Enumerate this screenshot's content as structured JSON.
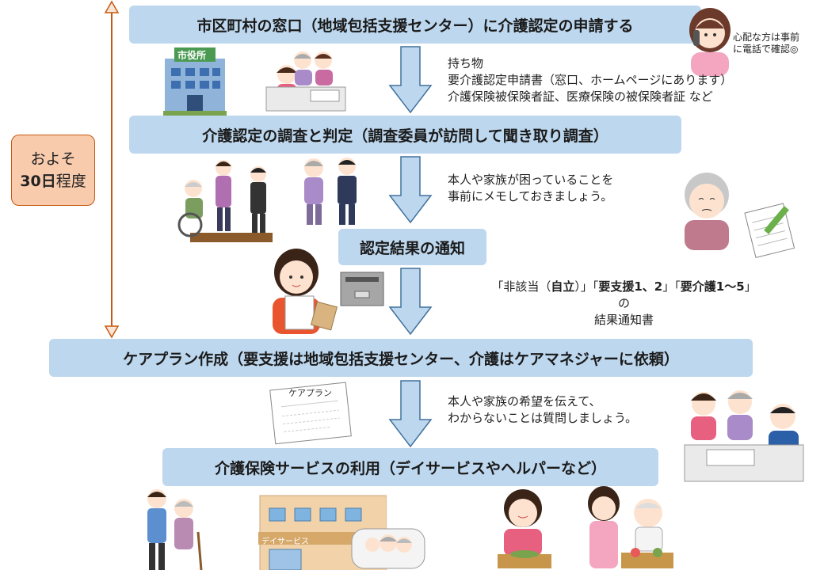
{
  "steps": [
    {
      "label": "市区町村の窓口（地域包括支援センター）に介護認定の申請する"
    },
    {
      "label": "介護認定の調査と判定（調査委員が訪問して聞き取り調査）"
    },
    {
      "label": "認定結果の通知"
    },
    {
      "label": "ケアプラン作成（要支援は地域包括支援センター、介護はケアマネジャーに依頼）"
    },
    {
      "label": "介護保険サービスの利用（デイサービスやヘルパーなど）"
    }
  ],
  "notes": {
    "phone": [
      "心配な方は事前",
      "に電話で確認◎"
    ],
    "bring": [
      "持ち物",
      "要介護認定申請書（窓口、ホームページにあります）",
      "介護保険被保険者証、医療保険の被保険者証 など"
    ],
    "memo": [
      "本人や家族が困っていることを",
      "事前にメモしておきましょう。"
    ],
    "result": {
      "q1": "「非該当（",
      "b1": "自立",
      "q2": "）」「",
      "b2": "要支援1、2",
      "q3": "」「",
      "b3": "要介護1～5",
      "q4": "」",
      "line2": "の",
      "line3": "結果通知書"
    },
    "wish": [
      "本人や家族の希望を伝えて、",
      "わからないことは質問しましょう。"
    ]
  },
  "period": {
    "line1": "およそ",
    "days": "30日",
    "suffix": "程度"
  },
  "labels": {
    "city_hall_sign": "市役所",
    "care_plan_doc": "ケアプラン",
    "day_service_sign": "デイサービス"
  },
  "colors": {
    "step_fill": "#bdd7ee",
    "arrow_fill": "#bdd7ee",
    "arrow_stroke": "#41719c",
    "period_fill": "#f8cbad",
    "period_line": "#c55a11"
  }
}
